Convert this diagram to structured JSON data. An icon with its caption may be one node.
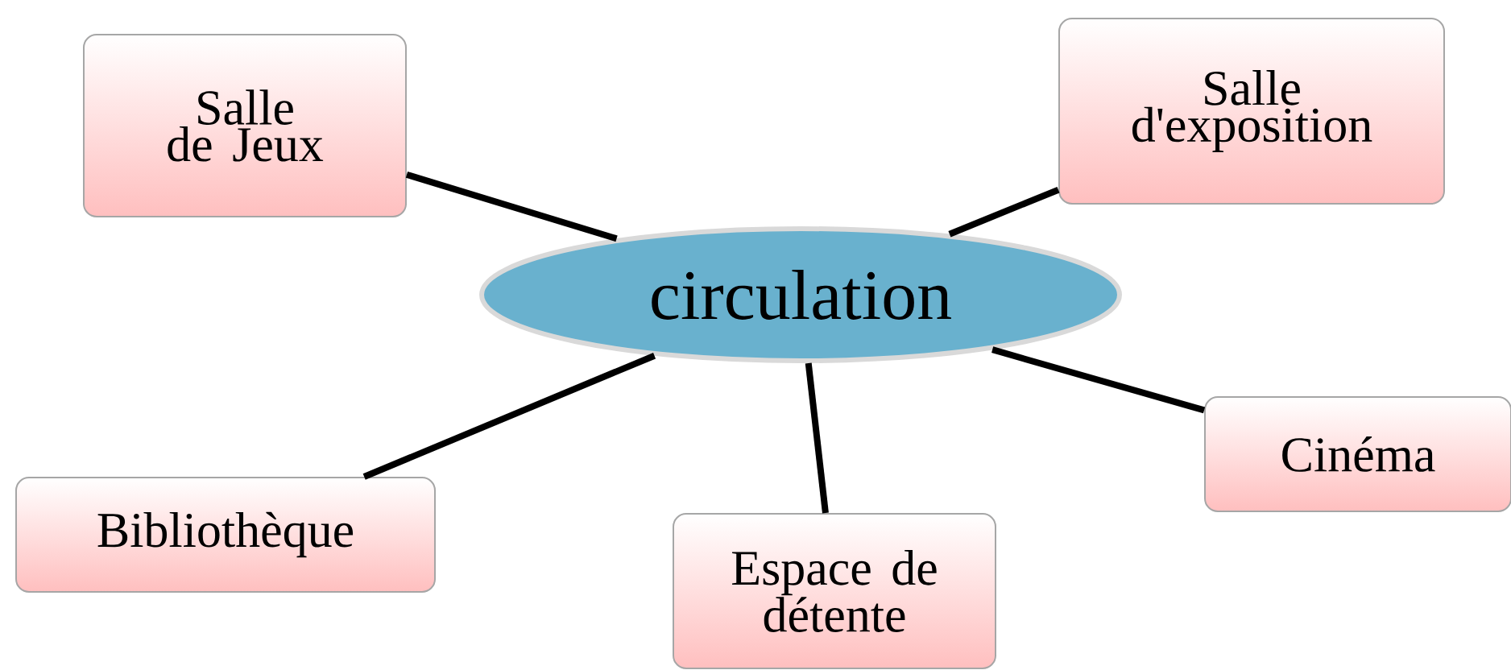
{
  "diagram": {
    "nodes": [
      {
        "text": [
          "Salle de Jeux"
        ]
      },
      {
        "text": [
          "Salle d'exposition"
        ]
      },
      {
        "text": [
          "circulation"
        ]
      },
      {
        "text": [
          "Cinéma"
        ]
      },
      {
        "text": [
          "Bibliothèque"
        ]
      },
      {
        "text": [
          "Espace de détente"
        ]
      }
    ],
    "edges": [
      {
        "from": 2,
        "to": 0,
        "arrow": "none"
      },
      {
        "from": 2,
        "to": 1,
        "arrow": "none"
      },
      {
        "from": 2,
        "to": 3,
        "arrow": "none"
      },
      {
        "from": 2,
        "to": 4,
        "arrow": "none"
      },
      {
        "from": 2,
        "to": 5,
        "arrow": "none"
      }
    ]
  }
}
